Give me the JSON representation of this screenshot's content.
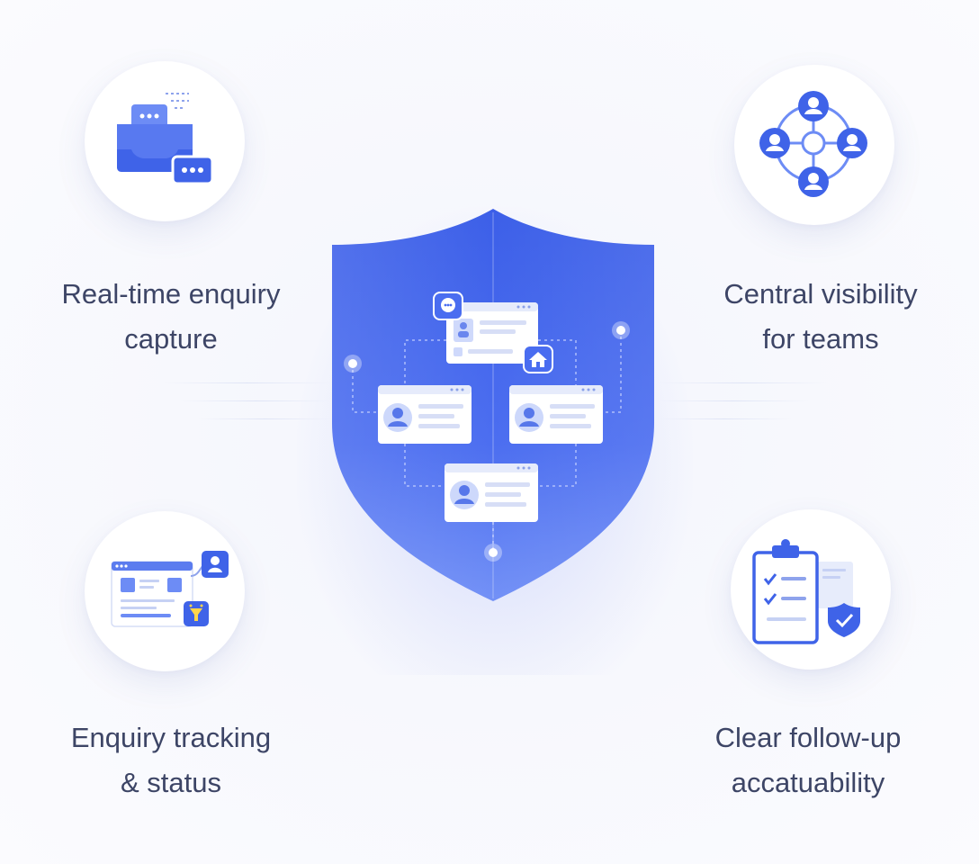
{
  "features": [
    {
      "id": "realtime",
      "line1": "Real-time enquiry",
      "line2": "capture",
      "icon": "chat-inbox-icon"
    },
    {
      "id": "visibility",
      "line1": "Central visibility",
      "line2": "for teams",
      "icon": "team-network-icon"
    },
    {
      "id": "tracking",
      "line1": "Enquiry tracking",
      "line2": "& status",
      "icon": "tracking-dashboard-icon"
    },
    {
      "id": "followup",
      "line1": "Clear follow-up",
      "line2": "accatuability",
      "icon": "checklist-shield-icon"
    }
  ],
  "center": {
    "icon": "shield-network-icon"
  },
  "colors": {
    "primary": "#3f63e8",
    "primary_dark": "#2d4fd6",
    "primary_light": "#6d8cf5",
    "text": "#3d4566"
  }
}
